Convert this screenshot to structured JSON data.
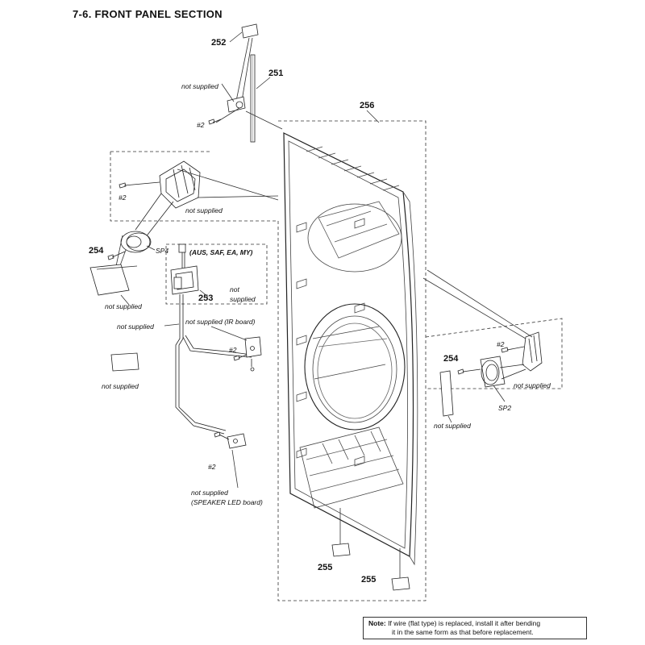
{
  "title": "7-6.   FRONT PANEL SECTION",
  "refs": {
    "r251": "251",
    "r252": "252",
    "r253": "253",
    "r254a": "254",
    "r254b": "254",
    "r255a": "255",
    "r255b": "255",
    "r256": "256",
    "sp2": "SP2",
    "sp4": "SP4"
  },
  "screws": {
    "s1": "#2",
    "s2": "#2",
    "s3": "#2",
    "s4": "#2",
    "s5": "#2"
  },
  "labels": {
    "ns_top": "not supplied",
    "ns_bracket": "not supplied",
    "ns_left_strip": "not supplied",
    "ns_wire": "not supplied",
    "ns_left_pad": "not supplied",
    "ns_ir": "not supplied (IR board)",
    "ns_aus_1": "not",
    "ns_aus_2": "supplied",
    "region": "(AUS, SAF, EA, MY)",
    "ns_right_bracket": "not supplied",
    "ns_right_strip": "not supplied",
    "ns_speaker_1": "not supplied",
    "ns_speaker_2": "(SPEAKER LED board)"
  },
  "note": {
    "prefix": "Note:",
    "line1": "If wire (flat type) is replaced, install it after bending",
    "line2": "it in the same form as that before replacement."
  }
}
